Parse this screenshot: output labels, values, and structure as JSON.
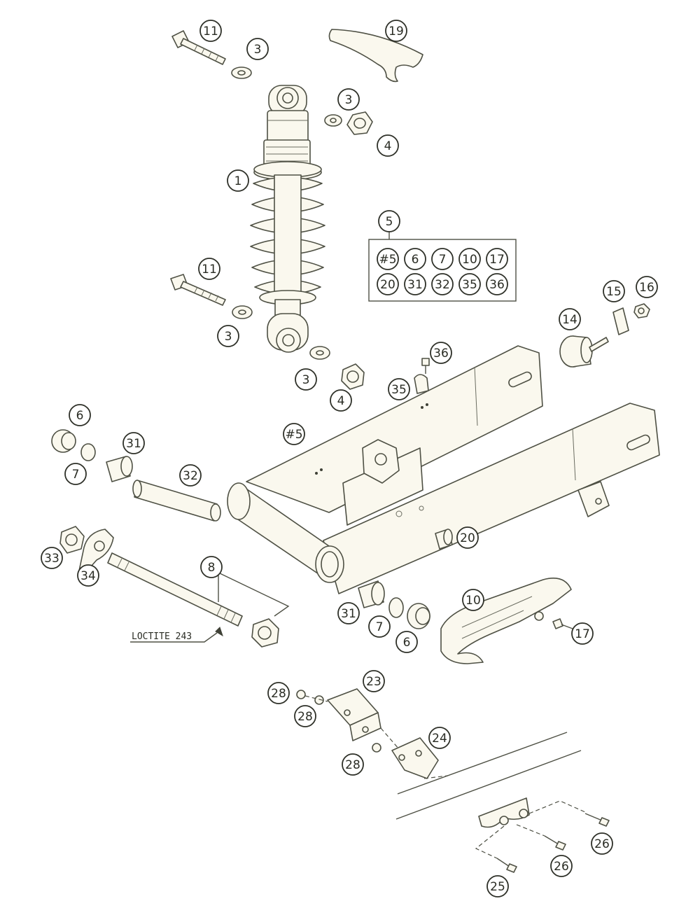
{
  "balloons": [
    {
      "id": "b11a",
      "label": "11"
    },
    {
      "id": "b3a",
      "label": "3"
    },
    {
      "id": "b19",
      "label": "19"
    },
    {
      "id": "b3b",
      "label": "3"
    },
    {
      "id": "b4a",
      "label": "4"
    },
    {
      "id": "b1",
      "label": "1"
    },
    {
      "id": "b5",
      "label": "5"
    },
    {
      "id": "b11b",
      "label": "11"
    },
    {
      "id": "b3c",
      "label": "3"
    },
    {
      "id": "b15",
      "label": "15"
    },
    {
      "id": "b16",
      "label": "16"
    },
    {
      "id": "b14",
      "label": "14"
    },
    {
      "id": "b36",
      "label": "36"
    },
    {
      "id": "b35",
      "label": "35"
    },
    {
      "id": "b3d",
      "label": "3"
    },
    {
      "id": "b4b",
      "label": "4"
    },
    {
      "id": "b6a",
      "label": "6"
    },
    {
      "id": "b31a",
      "label": "31"
    },
    {
      "id": "b7a",
      "label": "7"
    },
    {
      "id": "b32",
      "label": "32"
    },
    {
      "id": "b5frame",
      "label": "#5"
    },
    {
      "id": "b33",
      "label": "33"
    },
    {
      "id": "b34",
      "label": "34"
    },
    {
      "id": "b8",
      "label": "8"
    },
    {
      "id": "b20",
      "label": "20"
    },
    {
      "id": "b10",
      "label": "10"
    },
    {
      "id": "b31b",
      "label": "31"
    },
    {
      "id": "b7b",
      "label": "7"
    },
    {
      "id": "b6b",
      "label": "6"
    },
    {
      "id": "b17",
      "label": "17"
    },
    {
      "id": "b28a",
      "label": "28"
    },
    {
      "id": "b23",
      "label": "23"
    },
    {
      "id": "b28b",
      "label": "28"
    },
    {
      "id": "b24",
      "label": "24"
    },
    {
      "id": "b28c",
      "label": "28"
    },
    {
      "id": "b26a",
      "label": "26"
    },
    {
      "id": "b26b",
      "label": "26"
    },
    {
      "id": "b25",
      "label": "25"
    }
  ],
  "kit_box": {
    "row1": [
      "#5",
      "6",
      "7",
      "10",
      "17"
    ],
    "row2": [
      "20",
      "31",
      "32",
      "35",
      "36"
    ]
  },
  "note": "LOCTITE 243"
}
